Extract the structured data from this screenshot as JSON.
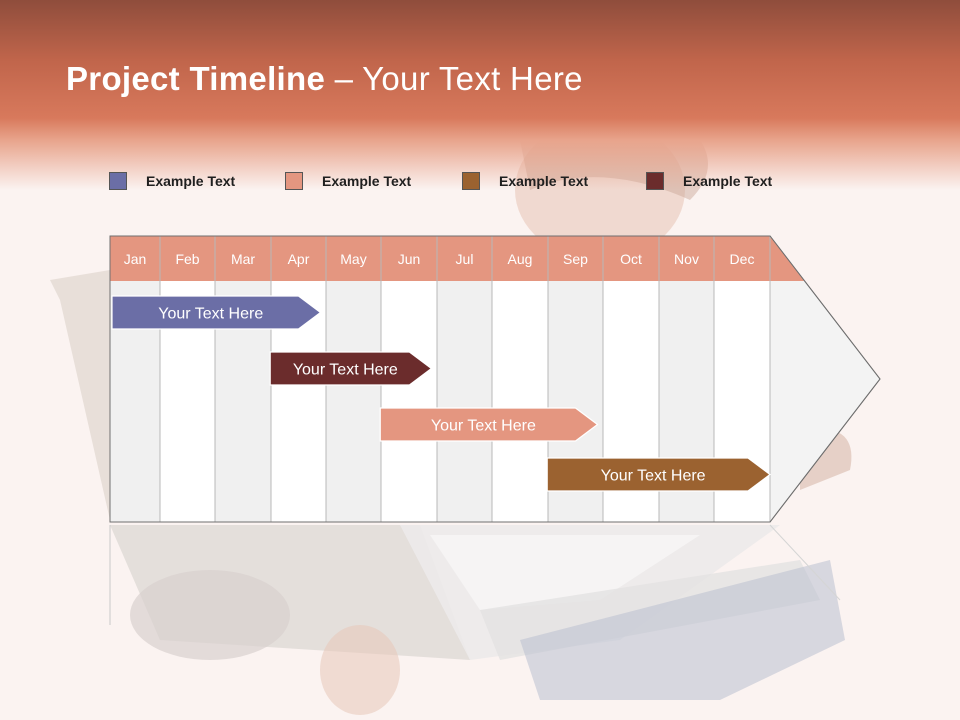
{
  "title": {
    "bold": "Project Timeline",
    "rest": " – Your Text Here"
  },
  "legend": [
    {
      "label": "Example Text",
      "color": "#6b6ea6"
    },
    {
      "label": "Example Text",
      "color": "#e49680"
    },
    {
      "label": "Example Text",
      "color": "#9b6230"
    },
    {
      "label": "Example Text",
      "color": "#6b2c2c"
    }
  ],
  "months": [
    "Jan",
    "Feb",
    "Mar",
    "Apr",
    "May",
    "Jun",
    "Jul",
    "Aug",
    "Sep",
    "Oct",
    "Nov",
    "Dec"
  ],
  "tasks": [
    {
      "label": "Your  Text Here",
      "color": "#6b6ea6",
      "start": 0.0,
      "end": 3.9
    },
    {
      "label": "Your  Text Here",
      "color": "#6b2c2c",
      "start": 2.95,
      "end": 5.9
    },
    {
      "label": "Your  Text Here",
      "color": "#e49680",
      "start": 4.95,
      "end": 8.9
    },
    {
      "label": "Your  Text Here",
      "color": "#9b6230",
      "start": 7.95,
      "end": 12.0
    }
  ],
  "colors": {
    "header_bar": "#e49680",
    "column_light": "#f0f0f0",
    "column_white": "#ffffff"
  }
}
